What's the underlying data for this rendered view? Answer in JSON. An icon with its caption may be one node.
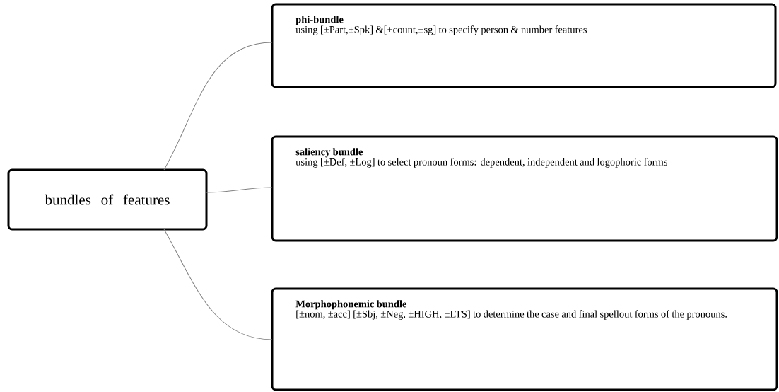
{
  "diagram": {
    "nodes": [
      {
        "text": [
          "bundles of features"
        ]
      },
      {
        "text": [
          "phi-bundle",
          "using [±Part,±Spk] &[+count,±sg] to specify person & number features"
        ]
      },
      {
        "text": [
          "saliency bundle",
          "using [±Def, ±Log] to select pronoun forms: dependent, independent and logophoric forms"
        ]
      },
      {
        "text": [
          "Morphophonemic bundle",
          "[±nom, ±acc] [±Sbj, ±Neg, ±HIGH, ±LTS] to determine the case and final spellout forms of the pronouns."
        ]
      }
    ],
    "edges": [
      {
        "from": 0,
        "to": 1,
        "arrow": "none"
      },
      {
        "from": 0,
        "to": 2,
        "arrow": "none"
      },
      {
        "from": 0,
        "to": 3,
        "arrow": "none"
      }
    ]
  }
}
